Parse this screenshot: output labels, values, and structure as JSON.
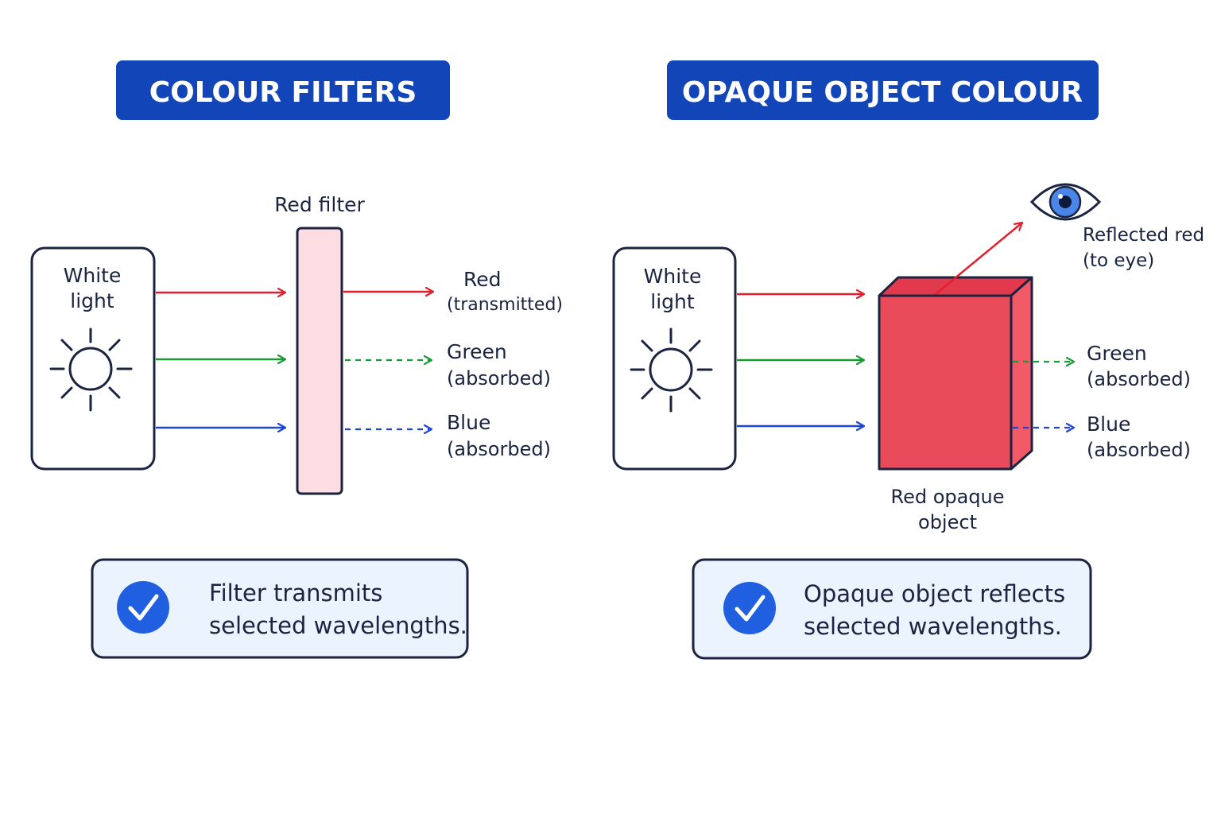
{
  "colors": {
    "banner": "#1245b8",
    "outline": "#1a2340",
    "red": "#e0202e",
    "green": "#1a9a35",
    "blue": "#1d45d8",
    "filter_fill": "#fddde2",
    "object_front": "#e94b5a",
    "object_top": "#e23a4c",
    "object_side": "#f25a68",
    "summary_fill": "#eaf3fe",
    "check_fill": "#1f5fe0"
  },
  "left_panel": {
    "banner": "COLOUR FILTERS",
    "source_label_1": "White",
    "source_label_2": "light",
    "source_icon": "sun-icon",
    "filter_label": "Red filter",
    "outputs": [
      {
        "line1": "Red",
        "line2": "(transmitted)",
        "style": "solid"
      },
      {
        "line1": "Green",
        "line2": "(absorbed)",
        "style": "dashed"
      },
      {
        "line1": "Blue",
        "line2": "(absorbed)",
        "style": "dashed"
      }
    ],
    "summary_icon": "check-icon",
    "summary_line1": "Filter transmits",
    "summary_line2": "selected wavelengths."
  },
  "right_panel": {
    "banner": "OPAQUE OBJECT COLOUR",
    "source_label_1": "White",
    "source_label_2": "light",
    "source_icon": "sun-icon",
    "eye_icon": "eye-icon",
    "reflected_line1": "Reflected red",
    "reflected_line2": "(to eye)",
    "outputs": [
      {
        "line1": "Green",
        "line2": "(absorbed)",
        "style": "dashed"
      },
      {
        "line1": "Blue",
        "line2": "(absorbed)",
        "style": "dashed"
      }
    ],
    "object_label_1": "Red opaque",
    "object_label_2": "object",
    "summary_icon": "check-icon",
    "summary_line1": "Opaque object reflects",
    "summary_line2": "selected wavelengths."
  }
}
